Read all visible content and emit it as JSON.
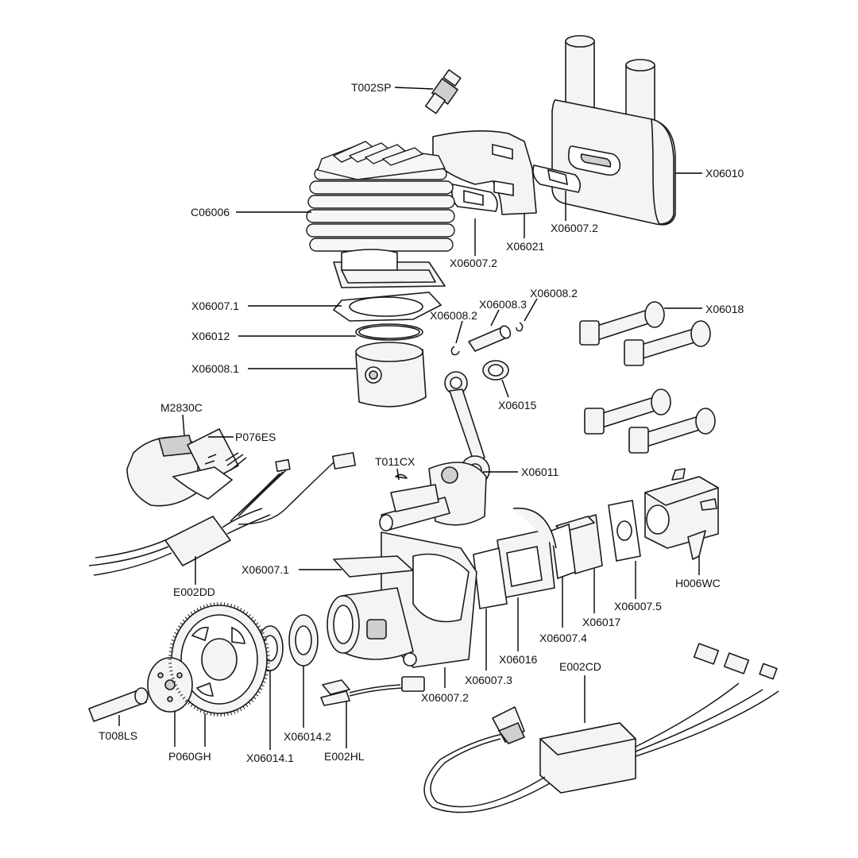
{
  "diagram": {
    "labels": {
      "T002SP": "T002SP",
      "X06010": "X06010",
      "C06006": "C06006",
      "X06007_2_top": "X06007.2",
      "X06021": "X06021",
      "X06007_2_right": "X06007.2",
      "X06007_1_top": "X06007.1",
      "X06012": "X06012",
      "X06008_1": "X06008.1",
      "X06008_2_left": "X06008.2",
      "X06008_3": "X06008.3",
      "X06008_2_right": "X06008.2",
      "X06015": "X06015",
      "X06018": "X06018",
      "M2830C": "M2830C",
      "P076ES": "P076ES",
      "T011CX": "T011CX",
      "X06011": "X06011",
      "X06007_1_bottom": "X06007.1",
      "E002DD": "E002DD",
      "H006WC": "H006WC",
      "X06007_5": "X06007.5",
      "X06017": "X06017",
      "X06007_4": "X06007.4",
      "X06016": "X06016",
      "X06007_3": "X06007.3",
      "E002CD": "E002CD",
      "X06007_2_bottom": "X06007.2",
      "T008LS": "T008LS",
      "P060GH": "P060GH",
      "X06014_1": "X06014.1",
      "X06014_2": "X06014.2",
      "E002HL": "E002HL"
    }
  }
}
